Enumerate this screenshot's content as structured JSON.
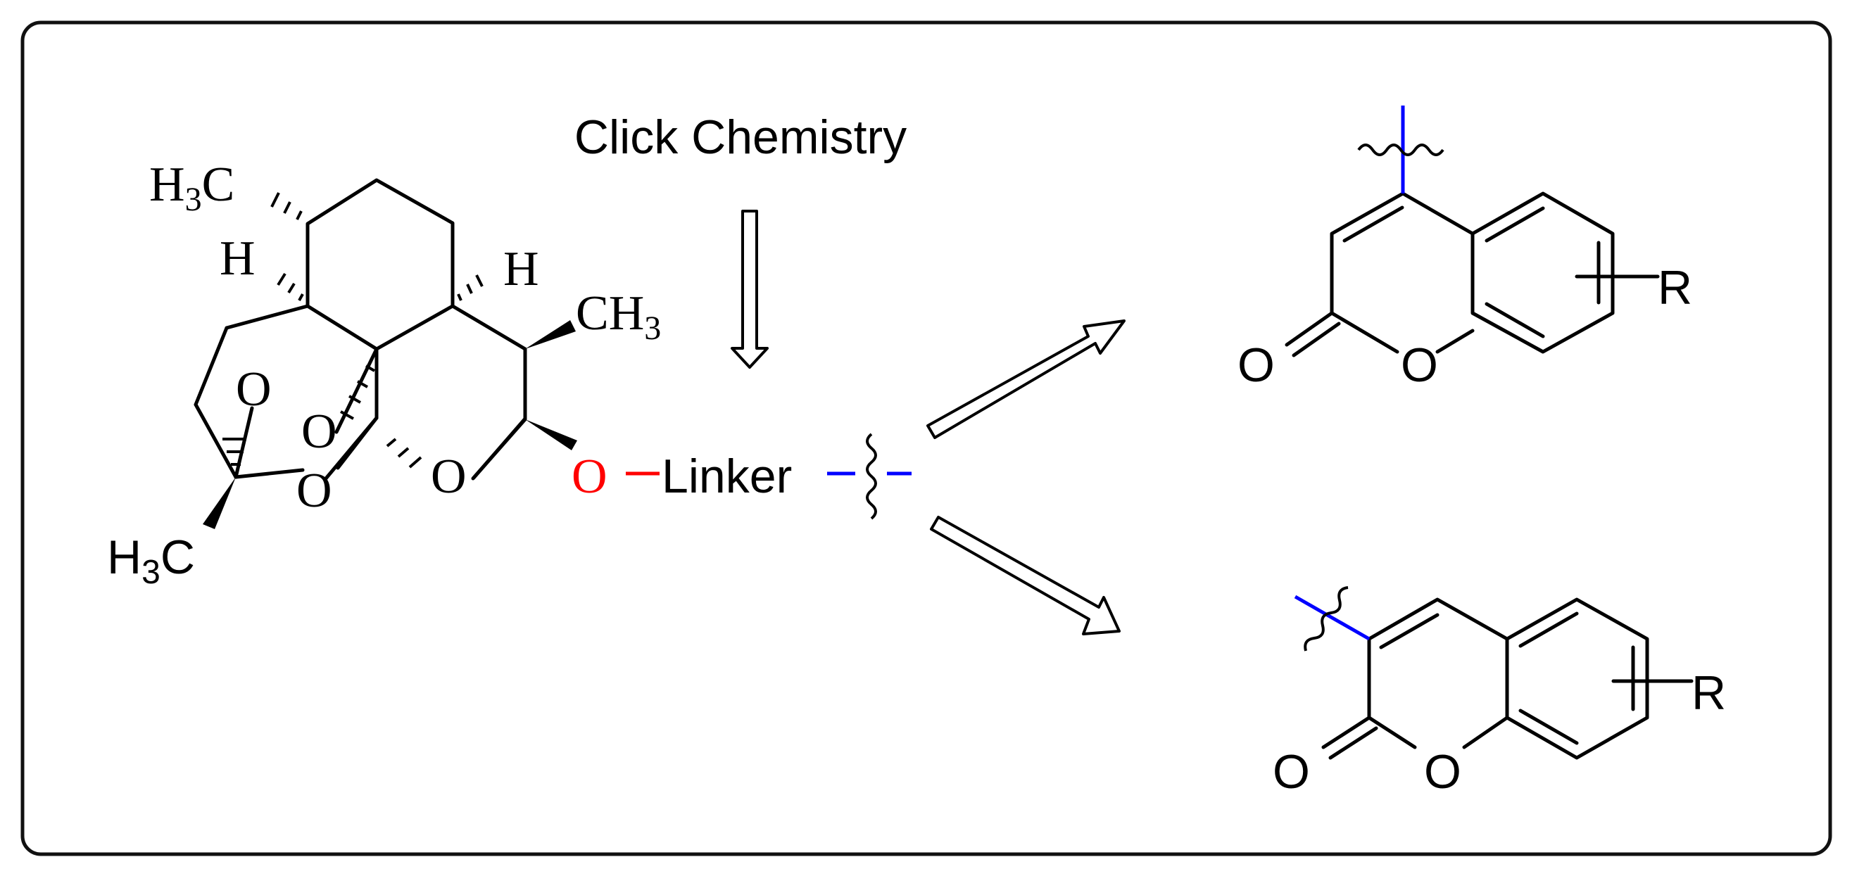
{
  "title": "Click Chemistry",
  "colors": {
    "frame": "#111111",
    "bond": "#000000",
    "ether_oxygen": "#ff0000",
    "attachment_bond": "#0000ff"
  },
  "artemisinin": {
    "methyl_top_main": "H",
    "methyl_top_sub": "3",
    "methyl_top_tail": "C",
    "h_left": "H",
    "h_right": "H",
    "methyl_right_main": "CH",
    "methyl_right_sub": "3",
    "methyl_bottom_main": "H",
    "methyl_bottom_sub": "3",
    "methyl_bottom_tail": "C",
    "peroxide_o1": "O",
    "peroxide_o2": "O",
    "bridge_o": "O",
    "ring_o": "O",
    "ether_o": "O",
    "linker": "Linker"
  },
  "coumarin_4": {
    "carbonyl_o": "O",
    "ring_o": "O",
    "substituent": "R"
  },
  "coumarin_3": {
    "carbonyl_o": "O",
    "ring_o": "O",
    "substituent": "R"
  },
  "icons": [
    "down-hollow-arrow",
    "up-right-hollow-arrow",
    "down-right-hollow-arrow",
    "wavy-bond-icon"
  ]
}
